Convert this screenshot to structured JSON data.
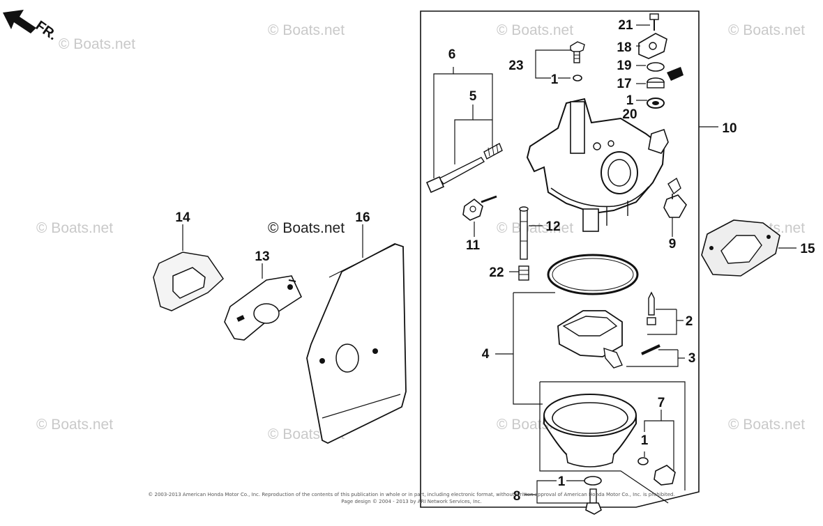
{
  "direction_label": "FR.",
  "watermark": "© Boats.net",
  "callouts": {
    "p1": "1",
    "p2": "2",
    "p3": "3",
    "p4": "4",
    "p5": "5",
    "p6": "6",
    "p7": "7",
    "p8": "8",
    "p9": "9",
    "p10": "10",
    "p11": "11",
    "p12": "12",
    "p13": "13",
    "p14": "14",
    "p15": "15",
    "p16": "16",
    "p17": "17",
    "p18": "18",
    "p19": "19",
    "p20": "20",
    "p21": "21",
    "p22": "22",
    "p23": "23"
  },
  "copyright_line1": "© 2003-2013 American Honda Motor Co., Inc. Reproduction of the contents of this publication in whole or in part, including electronic format, without written approval of American Honda Motor Co., Inc. is prohibited.",
  "copyright_line2": "Page design © 2004 - 2013 by ARI Network Services, Inc."
}
